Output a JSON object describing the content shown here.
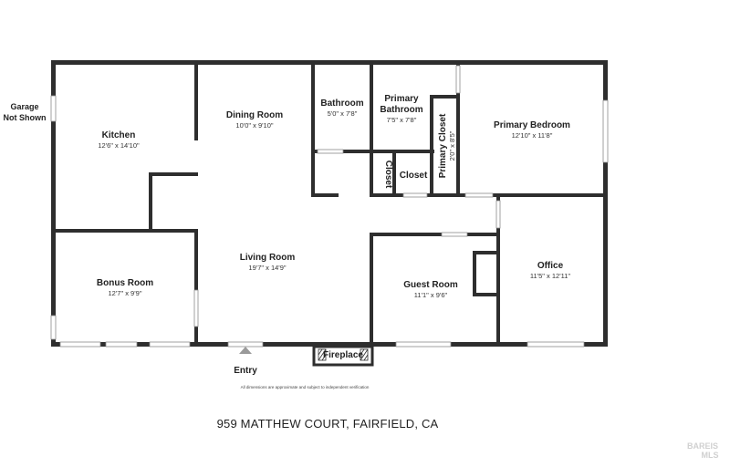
{
  "garage_note": [
    "Garage",
    "Not Shown"
  ],
  "rooms": {
    "kitchen": {
      "name": "Kitchen",
      "dims": "12'6\" x 14'10\""
    },
    "dining": {
      "name": "Dining Room",
      "dims": "10'0\" x 9'10\""
    },
    "bathroom": {
      "name": "Bathroom",
      "dims": "5'0\" x 7'8\""
    },
    "primary_bathroom": {
      "name": [
        "Primary",
        "Bathroom"
      ],
      "dims": "7'5\" x 7'8\""
    },
    "primary_closet": {
      "name": "Primary Closet",
      "dims": "2'0\" x 8'5\""
    },
    "primary_bedroom": {
      "name": "Primary Bedroom",
      "dims": "12'10\" x 11'8\""
    },
    "closet_small": {
      "name": "Closet"
    },
    "closet": {
      "name": "Closet"
    },
    "living": {
      "name": "Living Room",
      "dims": "19'7\" x 14'9\""
    },
    "bonus": {
      "name": "Bonus Room",
      "dims": "12'7\" x 9'9\""
    },
    "guest": {
      "name": "Guest Room",
      "dims": "11'1\" x 9'6\""
    },
    "office": {
      "name": "Office",
      "dims": "11'5\" x 12'11\""
    }
  },
  "fireplace": "Fireplace",
  "entry": "Entry",
  "disclaimer": "All dimensions are approximate and subject to independent verification",
  "address": "959 MATTHEW COURT, FAIRFIELD, CA",
  "watermark": [
    "BAREIS",
    "MLS"
  ]
}
